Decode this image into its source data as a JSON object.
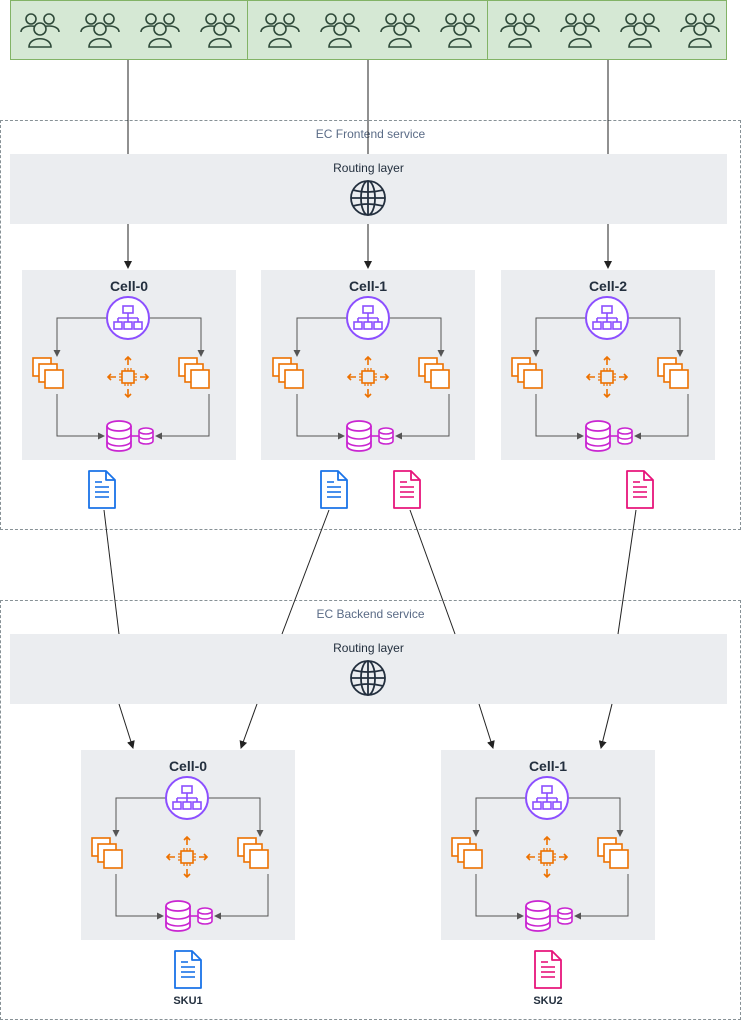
{
  "users": {
    "icon": "users-icon",
    "count": 12,
    "fill": "#d5e8d4",
    "stroke": "#82b366",
    "icon_color": "#2f4a3a"
  },
  "frontend": {
    "label": "EC Frontend service",
    "routing_label": "Routing layer",
    "cells": [
      {
        "label": "Cell-0"
      },
      {
        "label": "Cell-1"
      },
      {
        "label": "Cell-2"
      }
    ]
  },
  "backend": {
    "label": "EC Backend service",
    "routing_label": "Routing layer",
    "cells": [
      {
        "label": "Cell-0",
        "sku": "SKU1"
      },
      {
        "label": "Cell-1",
        "sku": "SKU2"
      }
    ]
  },
  "colors": {
    "load_balancer": "#8c4fff",
    "compute": "#ed7100",
    "database": "#c925d1",
    "doc_sku1": "#1a73e8",
    "doc_sku2": "#e7157b",
    "routing_bg": "#ebedf0",
    "connector": "#555555"
  }
}
